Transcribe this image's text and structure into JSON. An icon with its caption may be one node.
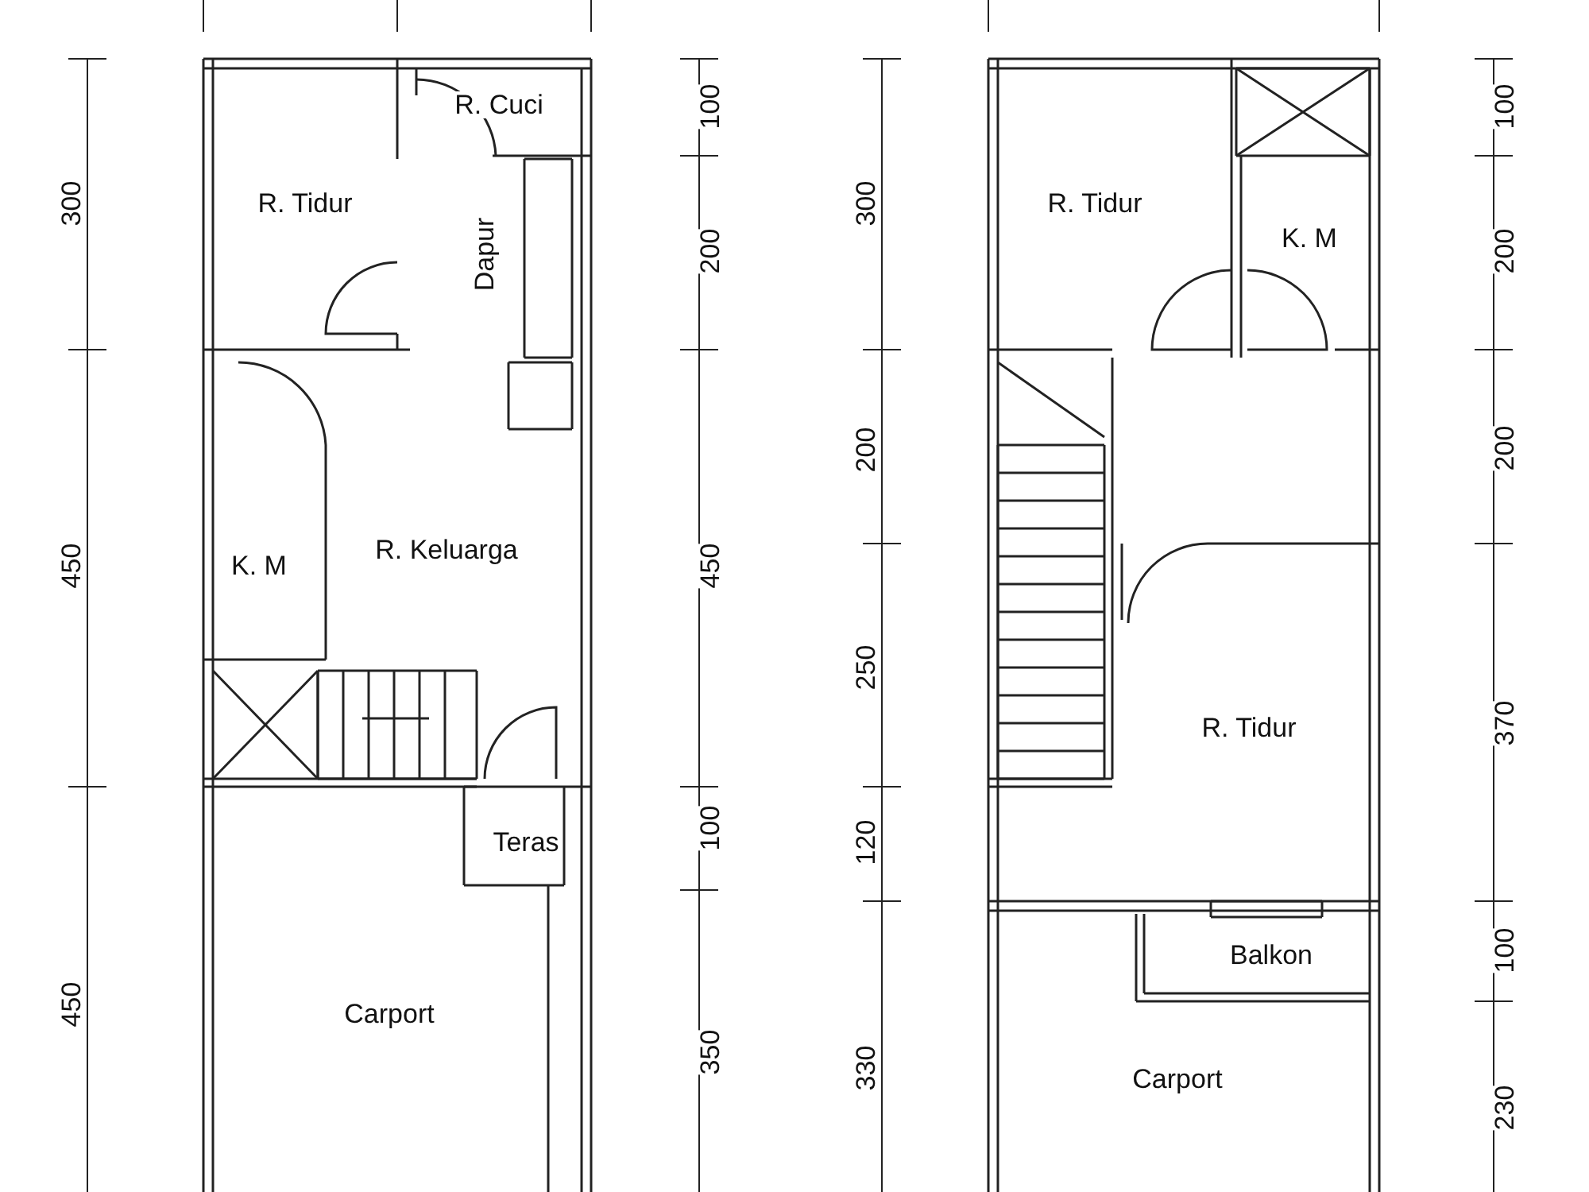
{
  "diagram": {
    "labels": [
      "R. Cuci",
      "R. Tidur",
      "Dapur",
      "K. M",
      "R. Keluarga",
      "Teras",
      "Carport",
      "300",
      "450",
      "450",
      "100",
      "200",
      "450",
      "100",
      "350",
      "R. Tidur",
      "K. M",
      "R. Tidur",
      "Balkon",
      "Carport",
      "300",
      "200",
      "250",
      "120",
      "330",
      "100",
      "200",
      "200",
      "370",
      "100",
      "230"
    ]
  }
}
